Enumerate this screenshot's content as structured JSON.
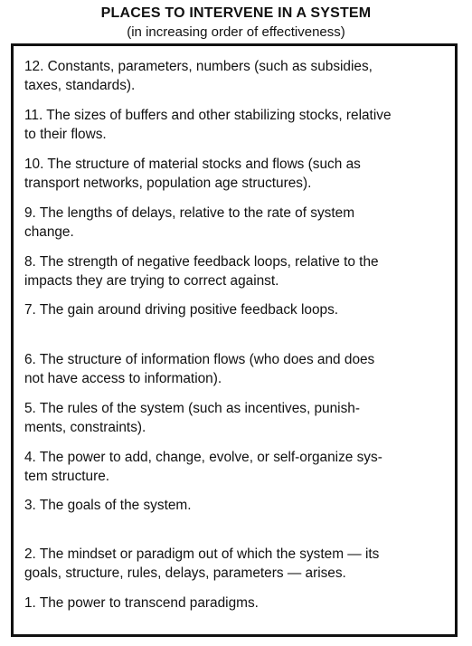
{
  "title": "PLACES TO INTERVENE IN A SYSTEM",
  "subtitle": "(in increasing order of effectiveness)",
  "items": [
    {
      "line1": "12. Constants, parameters, numbers (such as subsidies,",
      "line2": "taxes, standards)."
    },
    {
      "line1": "11. The sizes of buffers and other stabilizing stocks, relative",
      "line2": "to their flows."
    },
    {
      "line1": "10. The structure of material stocks and flows (such as",
      "line2": "transport networks, population age structures)."
    },
    {
      "line1": "9. The lengths of delays, relative to the rate of system",
      "line2": "change."
    },
    {
      "line1": "8. The strength of negative feedback loops, relative to the",
      "line2": "impacts they are trying to correct against."
    },
    {
      "line1": "7. The gain around driving positive feedback loops.",
      "line2": ""
    },
    {
      "line1": "6. The structure of information flows (who does and does",
      "line2": "not have access to information)."
    },
    {
      "line1": "5. The rules of the system (such as incentives, punish-",
      "line2": "ments, constraints)."
    },
    {
      "line1": "4. The power to add, change, evolve, or self-organize sys-",
      "line2": "tem structure."
    },
    {
      "line1": "3. The goals of the system.",
      "line2": ""
    },
    {
      "line1": "2. The mindset or paradigm out of which the system — its",
      "line2": "goals, structure, rules, delays, parameters — arises."
    },
    {
      "line1": "1. The power to transcend paradigms.",
      "line2": ""
    }
  ]
}
